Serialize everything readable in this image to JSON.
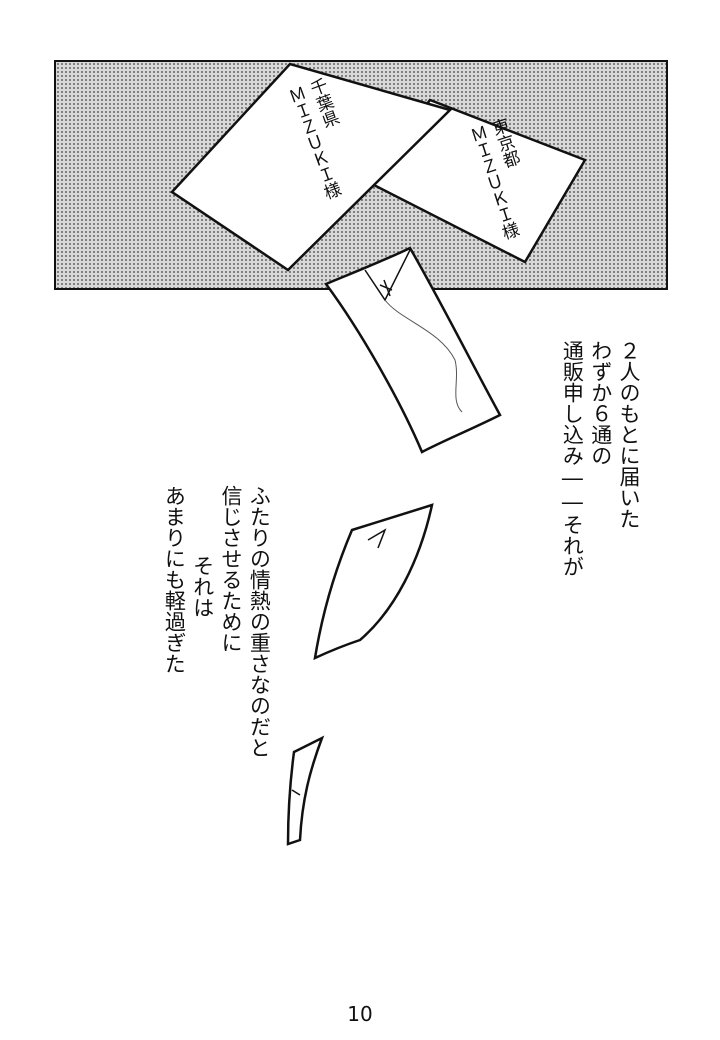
{
  "letter_back": {
    "lines": [
      "東京都",
      "ＭＩＺＵＫＩ様"
    ]
  },
  "letter_front": {
    "lines": [
      "千葉県",
      "ＭＩＺＵＫＩ様"
    ]
  },
  "narration_right": {
    "lines": [
      "２人のもとに届いた",
      "わずか６通の",
      "通販申し込み――それが"
    ]
  },
  "narration_left": {
    "lines": [
      "ふたりの情熱の重さなのだと",
      "信じさせるために",
      "それは",
      "あまりにも軽過ぎた"
    ]
  },
  "page_number": "10"
}
